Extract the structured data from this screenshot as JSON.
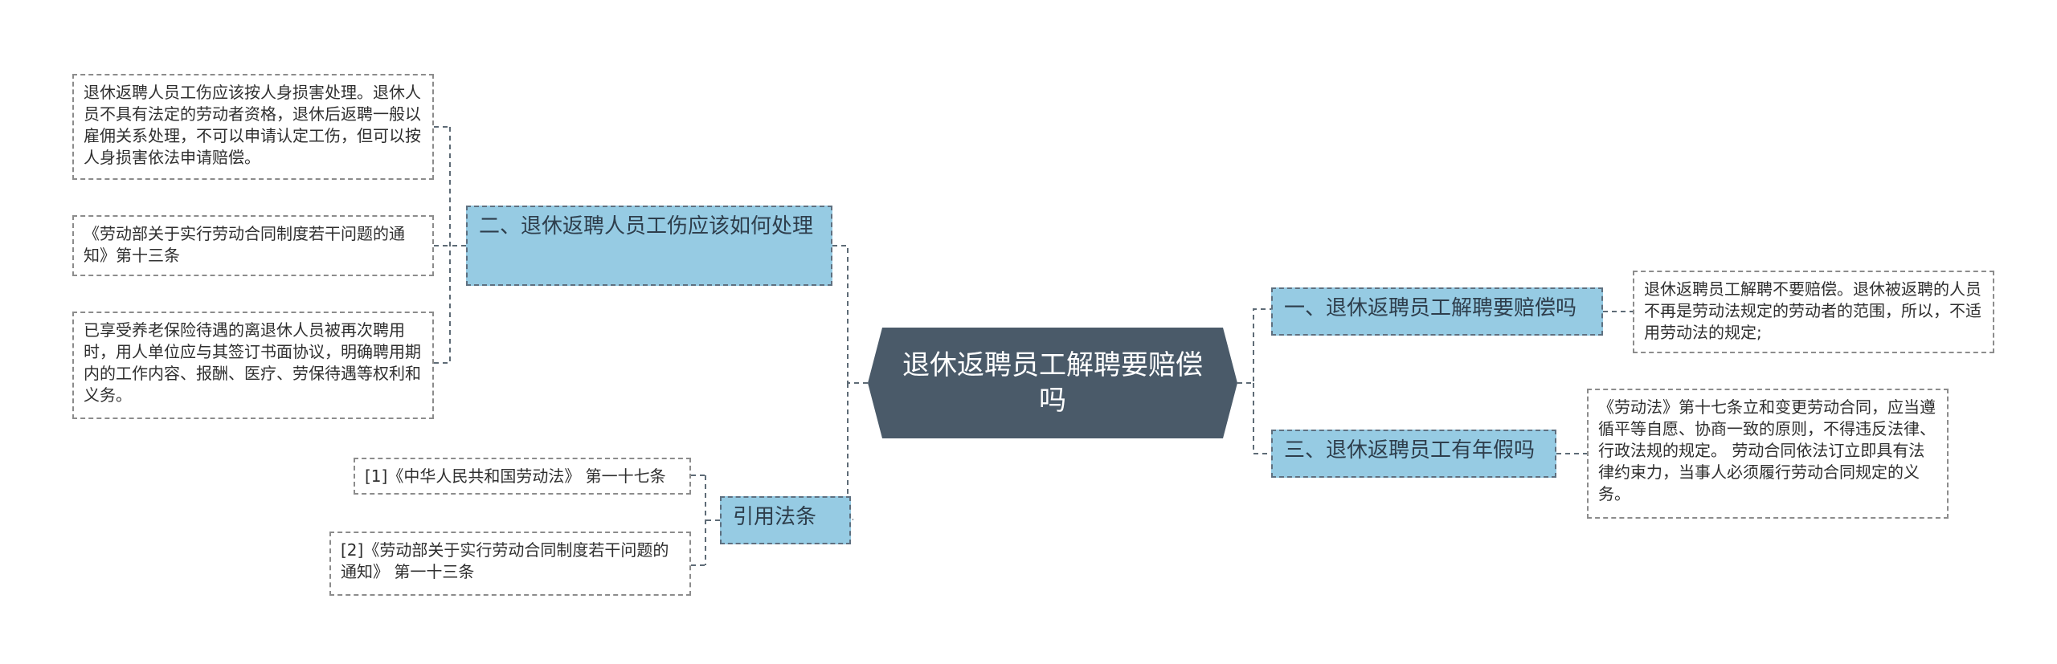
{
  "central": {
    "title": "退休返聘员工解聘要赔偿吗"
  },
  "branches": {
    "b1": {
      "title": "一、退休返聘员工解聘要赔偿吗",
      "leaves": [
        "退休返聘员工解聘不要赔偿。退休被返聘的人员不再是劳动法规定的劳动者的范围，所以，不适用劳动法的规定;"
      ]
    },
    "b2": {
      "title": "二、退休返聘人员工伤应该如何处理",
      "leaves": [
        "退休返聘人员工伤应该按人身损害处理。退休人员不具有法定的劳动者资格，退休后返聘一般以雇佣关系处理，不可以申请认定工伤，但可以按人身损害依法申请赔偿。",
        "《劳动部关于实行劳动合同制度若干问题的通知》第十三条",
        " 已享受养老保险待遇的离退休人员被再次聘用时，用人单位应与其签订书面协议，明确聘用期内的工作内容、报酬、医疗、劳保待遇等权利和义务。"
      ]
    },
    "b3": {
      "title": "三、退休返聘员工有年假吗",
      "leaves": [
        "《劳动法》第十七条立和变更劳动合同，应当遵循平等自愿、协商一致的原则，不得违反法律、行政法规的规定。 劳动合同依法订立即具有法律约束力，当事人必须履行劳动合同规定的义务。"
      ]
    },
    "b4": {
      "title": "引用法条",
      "leaves": [
        "[1]《中华人民共和国劳动法》 第一十七条",
        "[2]《劳动部关于实行劳动合同制度若干问题的通知》 第一十三条"
      ]
    }
  },
  "colors": {
    "central_bg": "#4a5a69",
    "branch_bg": "#96cbe3",
    "connector": "#5e6b76"
  }
}
